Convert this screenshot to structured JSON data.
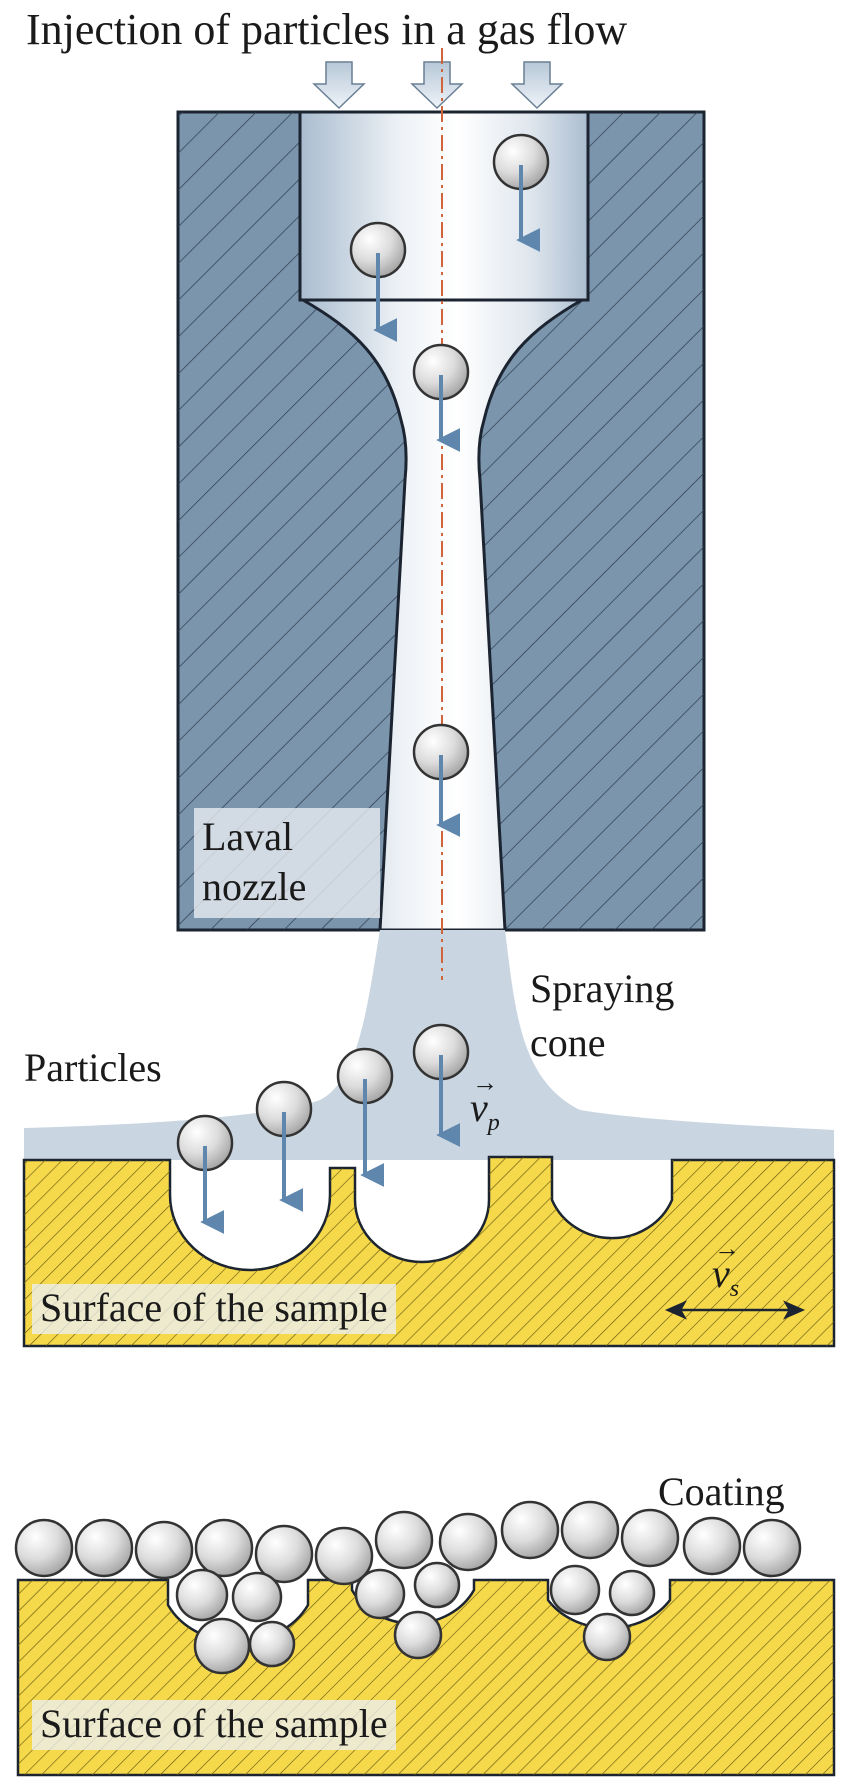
{
  "labels": {
    "title": "Injection of particles in a gas flow",
    "laval_nozzle": "Laval nozzle",
    "spraying_cone": "Spraying cone",
    "particles": "Particles",
    "surface_top": "Surface of the sample",
    "surface_bottom": "Surface of the sample",
    "coating": "Coating",
    "velocity_particle": "v",
    "velocity_particle_sub": "p",
    "velocity_surface": "v",
    "velocity_surface_sub": "s"
  },
  "colors": {
    "nozzle_body": "#7b95ad",
    "nozzle_outline": "#1b2430",
    "bore_light": "#f2f5f8",
    "bore_shade": "#b8c7d6",
    "gas_cone": "#c9d5e1",
    "substrate_yellow": "#f5d94a",
    "particle_fill": "#d6d6d6",
    "arrow_blue": "#5f86ad",
    "axis_red": "#d0643b"
  }
}
